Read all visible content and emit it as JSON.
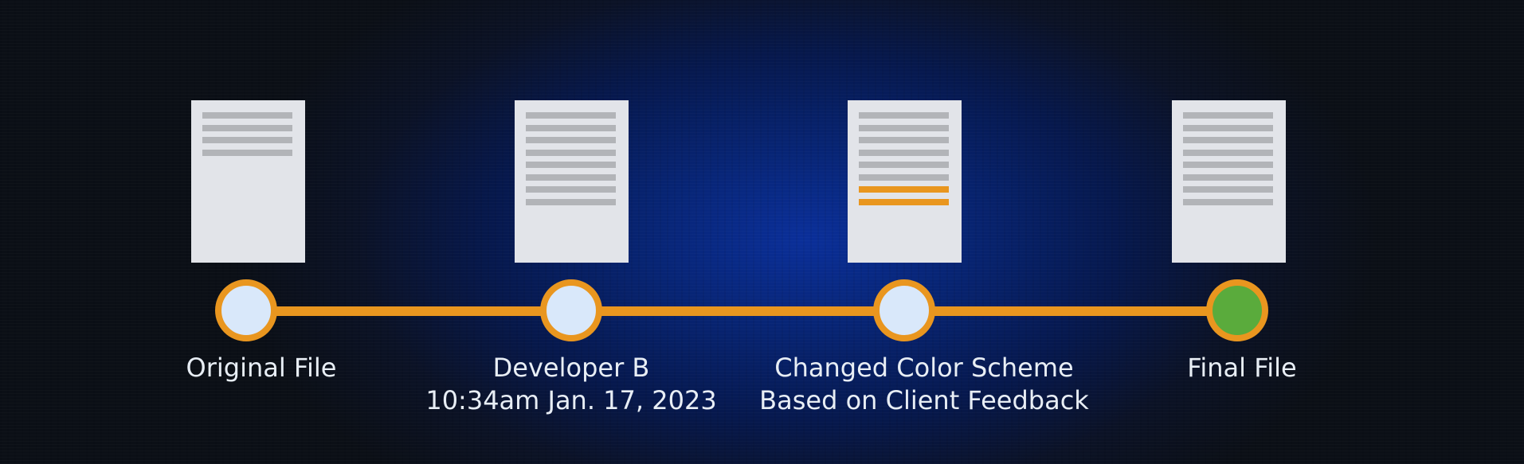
{
  "diagram": {
    "stages": [
      {
        "id": "original",
        "labels": [
          "Original File"
        ],
        "line_count": 4,
        "changed_lines": [],
        "node_color": "#d9e8fa"
      },
      {
        "id": "developer-b",
        "labels": [
          "Developer B",
          "10:34am Jan. 17, 2023"
        ],
        "line_count": 8,
        "changed_lines": [],
        "node_color": "#d9e8fa"
      },
      {
        "id": "color-scheme",
        "labels": [
          "Changed Color Scheme",
          "Based on Client Feedback"
        ],
        "line_count": 8,
        "changed_lines": [
          6,
          7
        ],
        "node_color": "#d9e8fa"
      },
      {
        "id": "final",
        "labels": [
          "Final File"
        ],
        "line_count": 8,
        "changed_lines": [],
        "node_color": "#5aab3c"
      }
    ]
  },
  "colors": {
    "connector": "#e9961f",
    "node_border": "#e9961f",
    "document": "#e2e4e9",
    "document_line": "#b2b4b8",
    "changed_line": "#e9961f",
    "label_text": "#e8eef5"
  }
}
